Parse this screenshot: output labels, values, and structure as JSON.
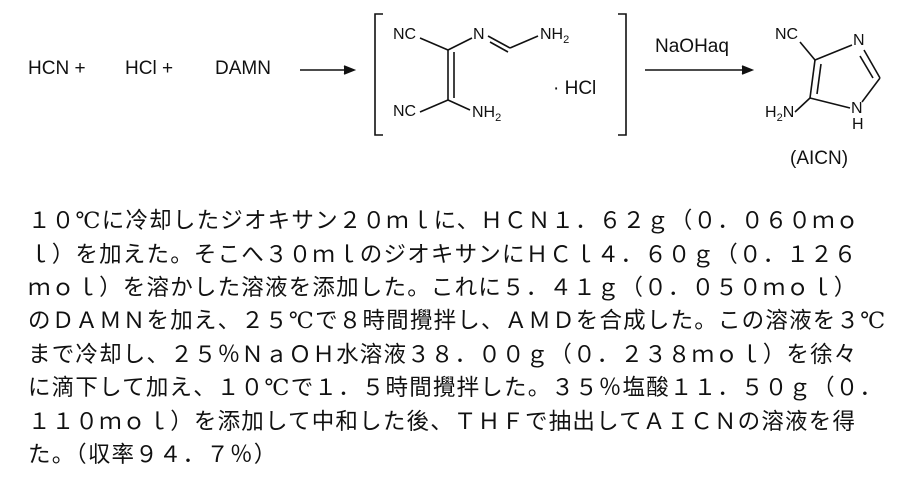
{
  "scheme": {
    "reactant1": "HCN +",
    "reactant2": "HCl +",
    "reactant3": "DAMN",
    "intermediate": {
      "nc_top": "NC",
      "n_imine": "N",
      "nh2_top": "NH",
      "nh2_top_sub": "2",
      "nc_bottom": "NC",
      "nh2_bottom": "NH",
      "nh2_bottom_sub": "2",
      "salt": "· HCl"
    },
    "reagent": "NaOHaq",
    "product": {
      "nc": "NC",
      "n_ring": "N",
      "h2n": "H",
      "h2n_sub": "2",
      "h2n_n": "N",
      "nh_n": "N",
      "nh_h": "H",
      "name": "(AICN)"
    }
  },
  "paragraph": [
    "１０℃に冷却したジオキサン２０ｍｌに、ＨＣＮ１．６２ｇ（０．０６０ｍｏ",
    "ｌ）を加えた。そこへ３０ｍｌのジオキサンにＨＣｌ４．６０ｇ（０．１２６",
    "ｍｏｌ）を溶かした溶液を添加した。これに５．４１ｇ（０．０５０ｍｏｌ）",
    "のＤＡＭＮを加え、２５℃で８時間攪拌し、ＡＭＤを合成した。この溶液を３℃",
    "まで冷却し、２５％ＮａＯＨ水溶液３８．００ｇ（０．２３８ｍｏｌ）を徐々",
    "に滴下して加え、１０℃で１．５時間攪拌した。３５％塩酸１１．５０ｇ（０．",
    "１１０ｍｏｌ）を添加して中和した後、ＴＨＦで抽出してＡＩＣＮの溶液を得",
    "た。（収率９４．７％）"
  ]
}
